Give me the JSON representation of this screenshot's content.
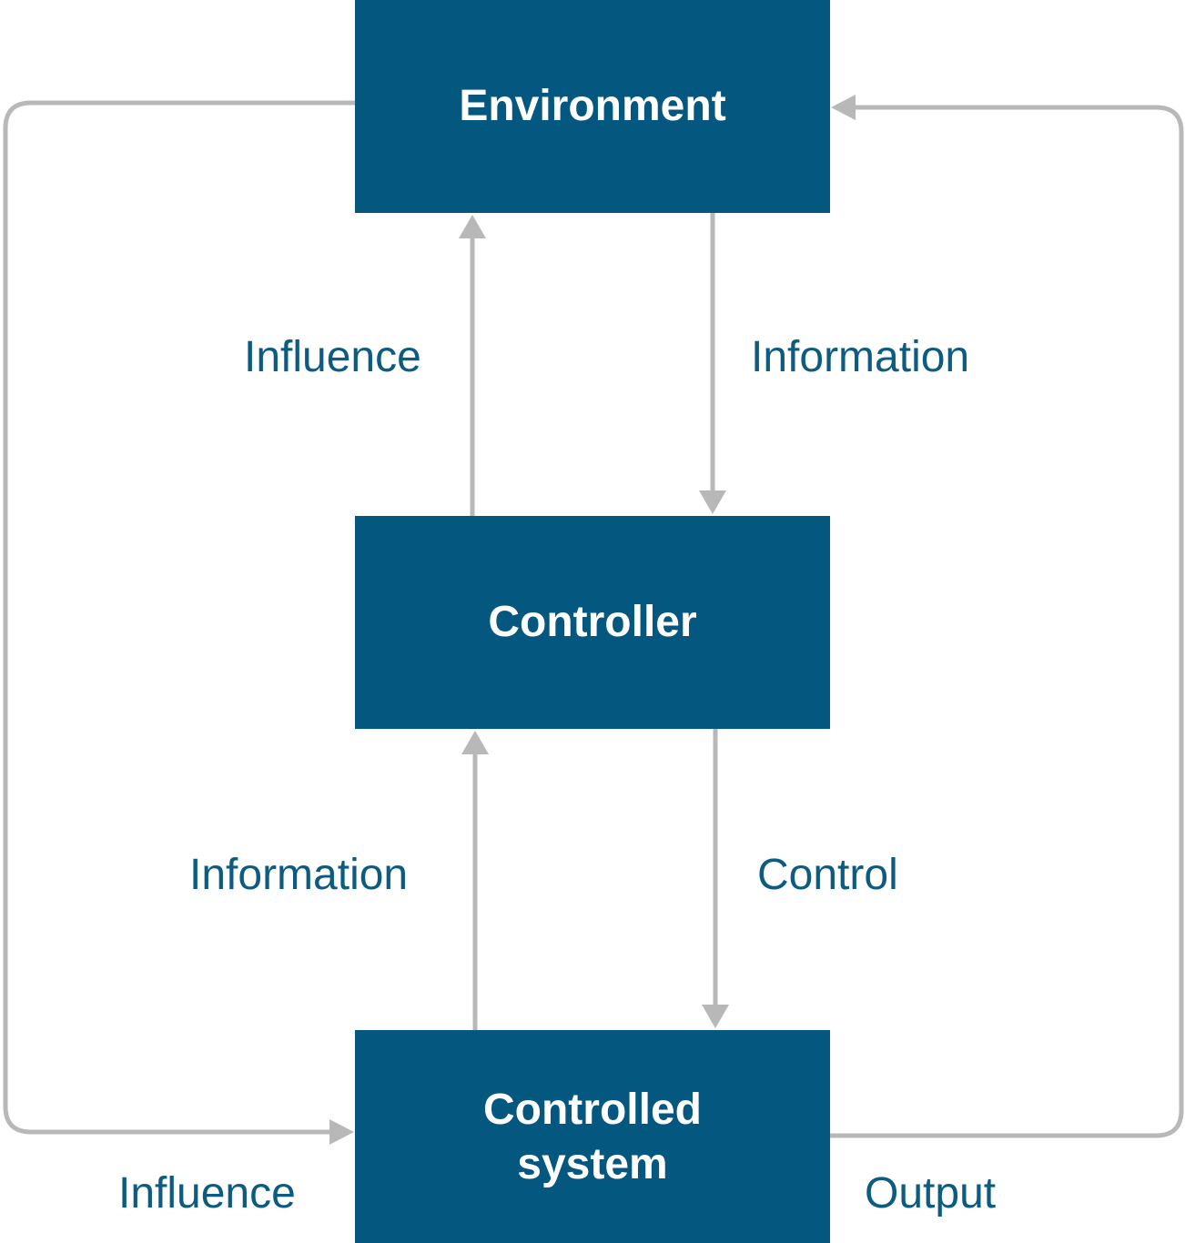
{
  "colors": {
    "box_fill": "#04577e",
    "box_text": "#ffffff",
    "label_text": "#0d5b80",
    "connector": "#b8b8b8"
  },
  "nodes": {
    "environment": "Environment",
    "controller": "Controller",
    "controlled_system_line1": "Controlled",
    "controlled_system_line2": "system"
  },
  "edges": {
    "controller_to_environment": "Influence",
    "environment_to_controller": "Information",
    "system_to_controller": "Information",
    "controller_to_system": "Control",
    "environment_to_system": "Influence",
    "system_to_environment": "Output"
  }
}
